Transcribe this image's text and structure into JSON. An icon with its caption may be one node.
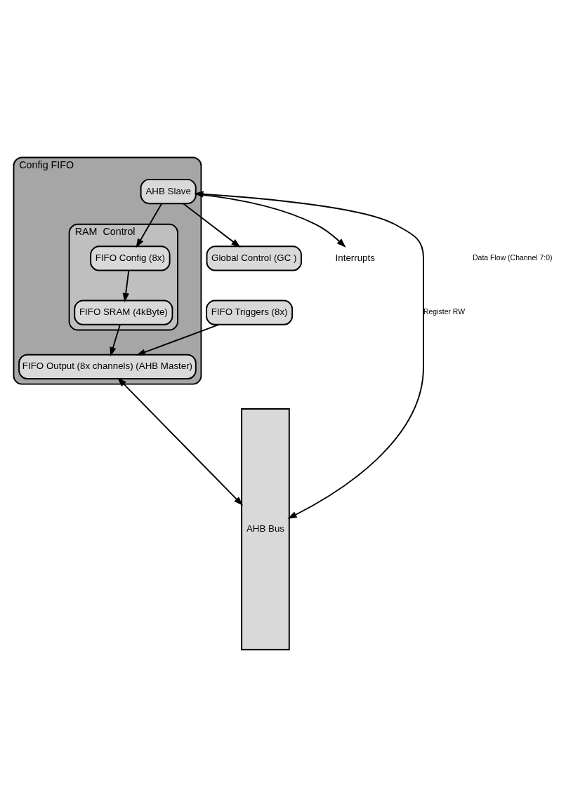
{
  "diagram": {
    "nodes": [
      {
        "text": [
          "Global Control (GC )"
        ]
      },
      {
        "text": [
          "Interrupts"
        ]
      },
      {
        "text": [
          "Config FIFO"
        ]
      },
      {
        "text": [
          "AHB Slave"
        ],
        "in": 2
      },
      {
        "text": [
          "RAM",
          "Control"
        ],
        "in": 2
      },
      {
        "text": [
          "FIFO Config (8x)"
        ],
        "in": 4
      },
      {
        "text": [
          "FIFO SRAM (4kByte)"
        ],
        "in": 4
      },
      {
        "text": [
          "FIFO Output (8x channels) (AHB Master)"
        ],
        "in": 2
      },
      {
        "text": [
          "AHB Bus"
        ]
      },
      {
        "text": [
          "FIFO Triggers (8x)"
        ]
      }
    ],
    "edges": [
      {
        "from": 3,
        "to": 0,
        "arrow": "to"
      },
      {
        "from": 3,
        "to": 1,
        "arrow": "to"
      },
      {
        "from": 3,
        "to": 8,
        "arrow": "both",
        "label": "Register RW"
      },
      {
        "from": 3,
        "to": 5,
        "arrow": "to"
      },
      {
        "from": 5,
        "to": 6,
        "arrow": "to"
      },
      {
        "from": 6,
        "to": 7,
        "arrow": "to"
      },
      {
        "from": 7,
        "to": 8,
        "arrow": "both"
      },
      {
        "from": 9,
        "to": 7,
        "arrow": "to"
      }
    ],
    "labels": [
      "Data Flow (Channel 7:0)"
    ]
  }
}
